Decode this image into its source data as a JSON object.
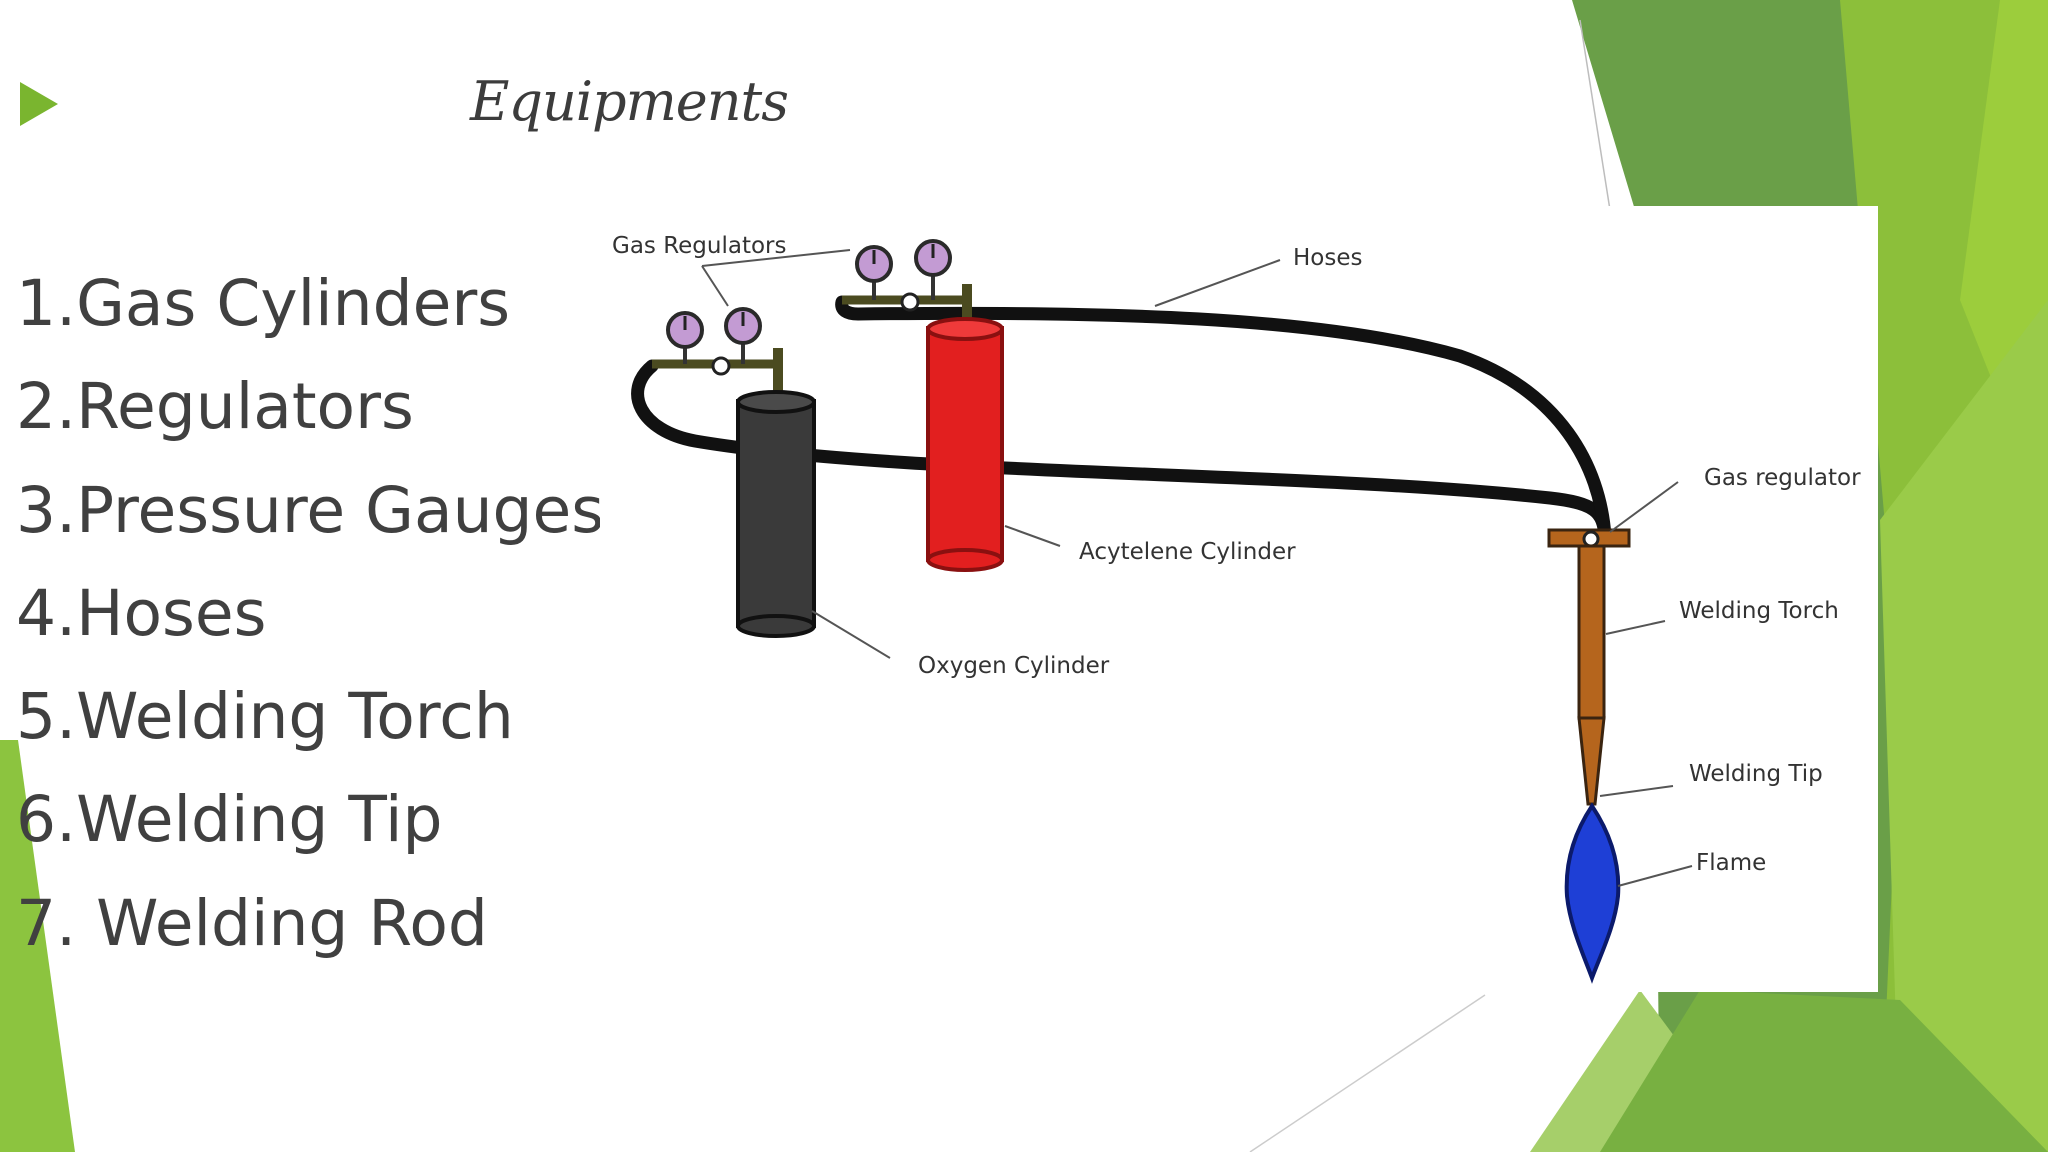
{
  "slide": {
    "title": "Equipments",
    "items": [
      "1.Gas Cylinders",
      "2.Regulators",
      "3.Pressure Gauges",
      "4.Hoses",
      "5.Welding Torch",
      "6.Welding Tip",
      "7. Welding Rod"
    ]
  },
  "diagram": {
    "labels": {
      "gas_regulators": "Gas Regulators",
      "hoses": "Hoses",
      "gas_regulator": "Gas regulator",
      "acetylene_cylinder": "Acytelene Cylinder",
      "oxygen_cylinder": "Oxygen Cylinder",
      "welding_torch": "Welding Torch",
      "welding_tip": "Welding Tip",
      "flame": "Flame"
    },
    "colors": {
      "oxygen_cylinder": "#3a3a3a",
      "acetylene_cylinder": "#e21f1f",
      "gauge": "#c39bd3",
      "torch": "#b5651d",
      "flame": "#1e3fd6",
      "hose": "#111111"
    }
  },
  "theme": {
    "accent": "#7ab52f"
  }
}
